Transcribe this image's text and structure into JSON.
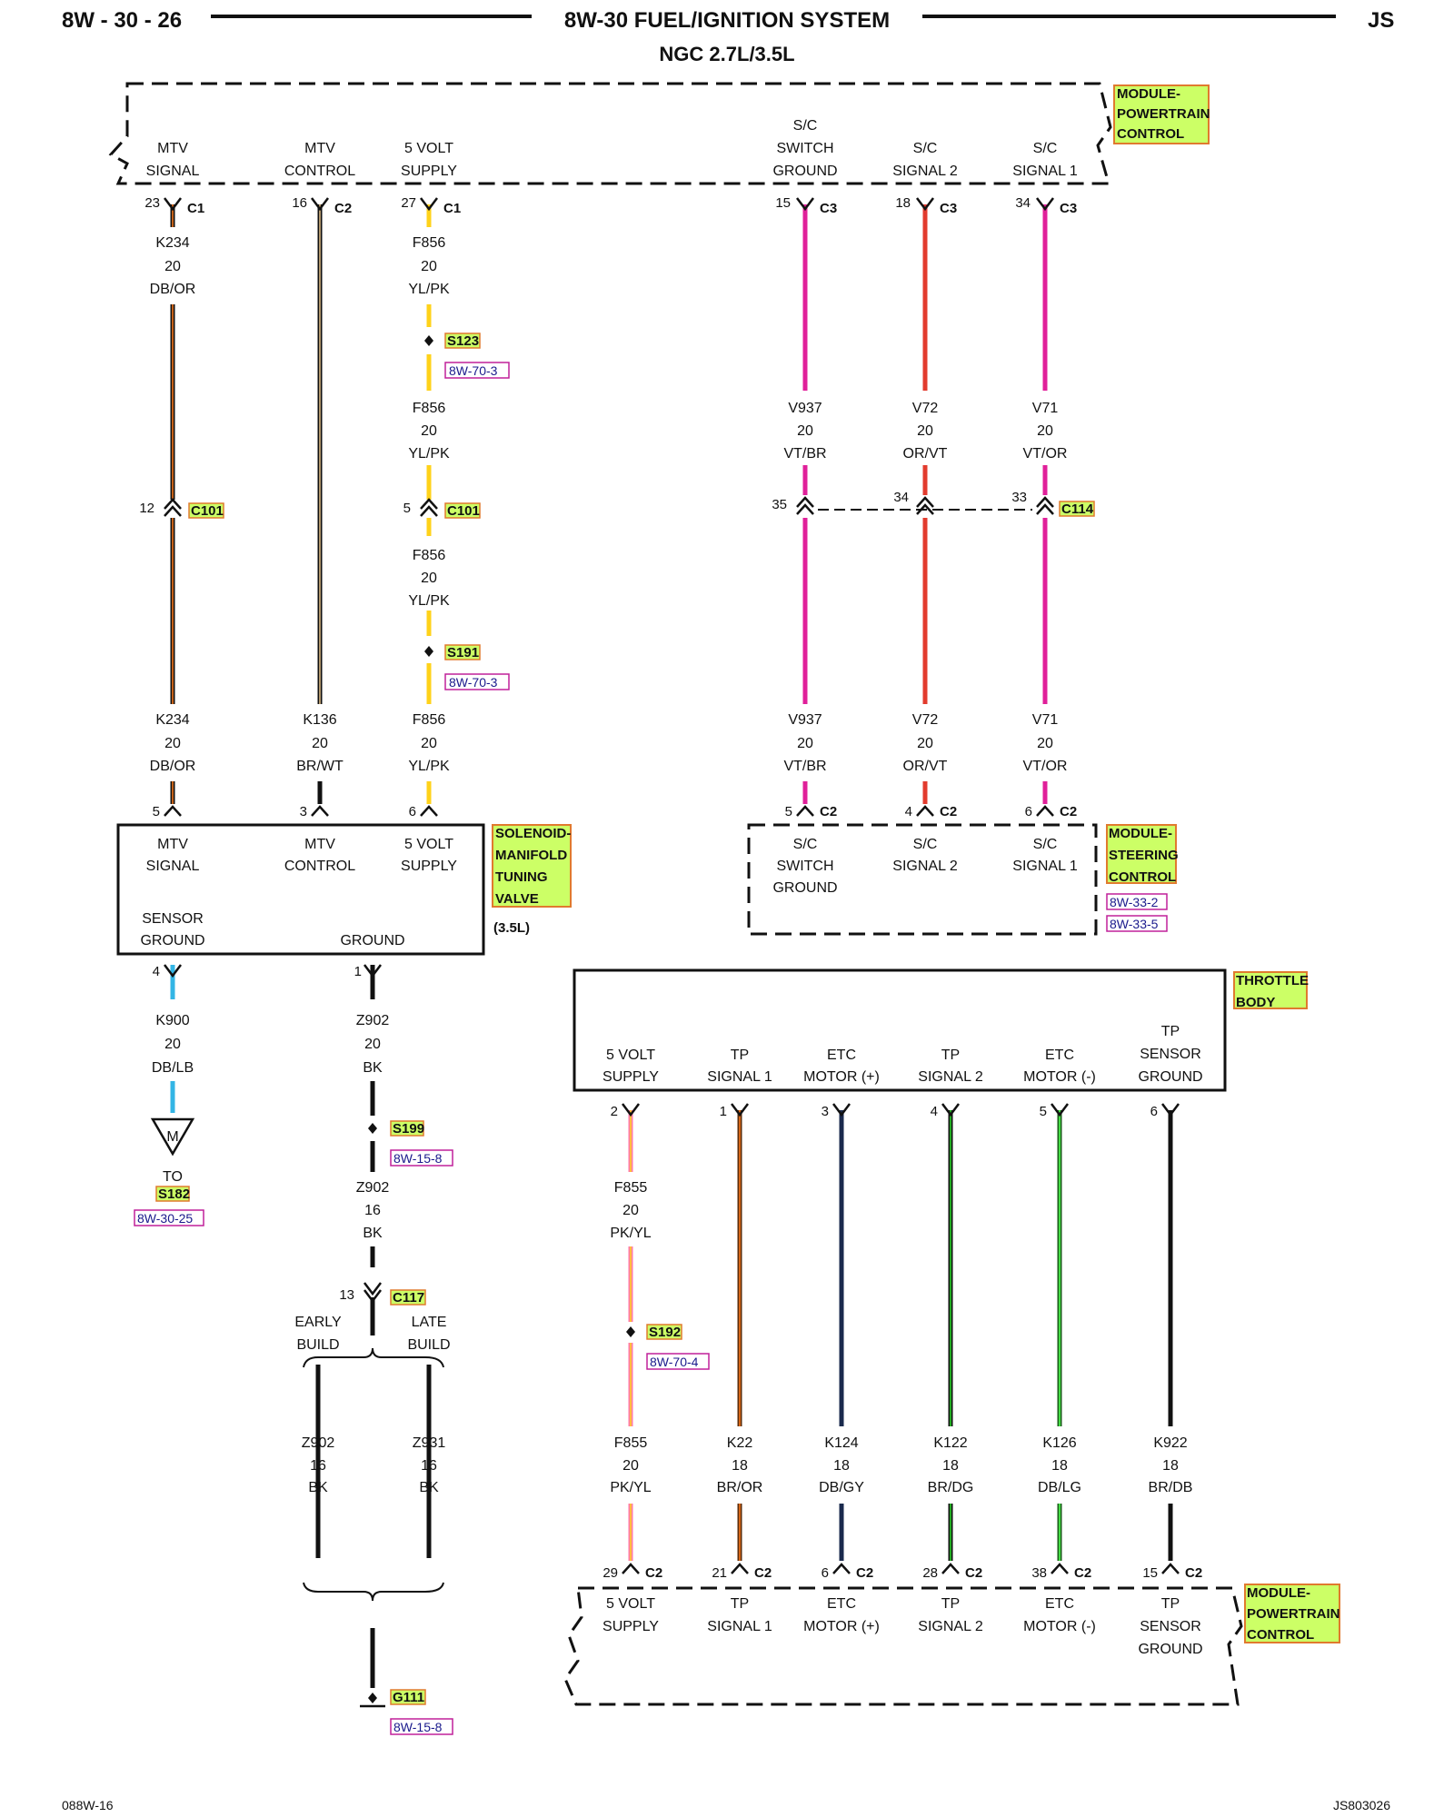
{
  "header": {
    "page_left": "8W - 30 - 26",
    "title": "8W-30 FUEL/IGNITION SYSTEM",
    "page_right": "JS",
    "subtitle": "NGC 2.7L/3.5L"
  },
  "footer": {
    "left": "088W-16",
    "right": "JS803026"
  },
  "colors": {
    "tag_fill": "#ccff66",
    "tag_border": "#e07a2e",
    "ref_border": "#c0209a",
    "yellow": "#ffd21a",
    "magenta": "#e0209a",
    "red": "#e23b2e",
    "brown": "#5a2d0c",
    "orange": "#ff7a1a",
    "black": "#111111",
    "blue": "#33b5e5",
    "darkblue": "#1a2a4d",
    "green": "#22aa22",
    "darkgreen": "#1a5a1a",
    "pink": "#ff7aa8"
  },
  "modules": {
    "pcm_top": {
      "name": "MODULE-\nPOWERTRAIN\nCONTROL",
      "signals": [
        "MTV SIGNAL",
        "MTV CONTROL",
        "5 VOLT SUPPLY",
        "S/C SWITCH GROUND",
        "S/C SIGNAL 2",
        "S/C SIGNAL 1"
      ]
    },
    "solenoid": {
      "name": "SOLENOID-\nMANIFOLD\nTUNING\nVALVE",
      "variant": "(3.5L)",
      "signals": [
        "MTV SIGNAL",
        "MTV CONTROL",
        "5 VOLT SUPPLY",
        "SENSOR GROUND",
        "GROUND"
      ]
    },
    "steering": {
      "name": "MODULE-\nSTEERING\nCONTROL",
      "refs": [
        "8W-33-2",
        "8W-33-5"
      ],
      "signals": [
        "S/C SWITCH GROUND",
        "S/C SIGNAL 2",
        "S/C SIGNAL 1"
      ]
    },
    "throttle": {
      "name": "THROTTLE\nBODY",
      "signals": [
        "5 VOLT SUPPLY",
        "TP SIGNAL 1",
        "ETC MOTOR (+)",
        "TP SIGNAL 2",
        "ETC MOTOR (-)",
        "TP SENSOR GROUND"
      ]
    },
    "pcm_bottom": {
      "name": "MODULE-\nPOWERTRAIN\nCONTROL",
      "signals": [
        "5 VOLT SUPPLY",
        "TP SIGNAL 1",
        "ETC MOTOR (+)",
        "TP SIGNAL 2",
        "ETC MOTOR (-)",
        "TP SENSOR GROUND"
      ]
    }
  },
  "wires": [
    {
      "circuit": "K234",
      "gauge": "20",
      "color": "DB/OR",
      "from_pin": "23",
      "from_conn": "C1",
      "inline_pin": "12",
      "inline_conn": "C101",
      "to_pin": "5"
    },
    {
      "circuit": "K136",
      "gauge": "20",
      "color": "BR/WT",
      "from_pin": "16",
      "from_conn": "C2",
      "to_pin": "3"
    },
    {
      "circuit": "F856",
      "gauge": "20",
      "color": "YL/PK",
      "from_pin": "27",
      "from_conn": "C1",
      "splices": [
        {
          "id": "S123",
          "ref": "8W-70-3"
        },
        {
          "id": "S191",
          "ref": "8W-70-3"
        }
      ],
      "inline_pin": "5",
      "inline_conn": "C101",
      "to_pin": "6"
    },
    {
      "circuit": "V937",
      "gauge": "20",
      "color": "VT/BR",
      "from_pin": "15",
      "from_conn": "C3",
      "inline_pin": "35",
      "to_pin": "5",
      "to_conn": "C2"
    },
    {
      "circuit": "V72",
      "gauge": "20",
      "color": "OR/VT",
      "from_pin": "18",
      "from_conn": "C3",
      "inline_pin": "34",
      "to_pin": "4",
      "to_conn": "C2"
    },
    {
      "circuit": "V71",
      "gauge": "20",
      "color": "VT/OR",
      "from_pin": "34",
      "from_conn": "C3",
      "inline_pin": "33",
      "inline_conn": "C114",
      "to_pin": "6",
      "to_conn": "C2"
    },
    {
      "circuit": "K900",
      "gauge": "20",
      "color": "DB/LB",
      "from_pin": "4",
      "to_label": "TO",
      "to_splice": "S182",
      "to_ref": "8W-30-25"
    },
    {
      "circuit": "Z902",
      "gauge": "20",
      "color": "BK",
      "from_pin": "1",
      "splice": "S199",
      "splice_ref": "8W-15-8"
    },
    {
      "circuit": "Z902",
      "gauge": "16",
      "color": "BK",
      "inline_pin": "13",
      "inline_conn": "C117",
      "branches": [
        "EARLY BUILD",
        "LATE BUILD"
      ]
    },
    {
      "circuit": "Z931",
      "gauge": "16",
      "color": "BK",
      "ground": "G111",
      "ground_ref": "8W-15-8"
    },
    {
      "circuit": "F855",
      "gauge": "20",
      "color": "PK/YL",
      "from_pin": "2",
      "splice": "S192",
      "splice_ref": "8W-70-4",
      "to_pin": "29",
      "to_conn": "C2"
    },
    {
      "circuit": "K22",
      "gauge": "18",
      "color": "BR/OR",
      "from_pin": "1",
      "to_pin": "21",
      "to_conn": "C2"
    },
    {
      "circuit": "K124",
      "gauge": "18",
      "color": "DB/GY",
      "from_pin": "3",
      "to_pin": "6",
      "to_conn": "C2"
    },
    {
      "circuit": "K122",
      "gauge": "18",
      "color": "BR/DG",
      "from_pin": "4",
      "to_pin": "28",
      "to_conn": "C2"
    },
    {
      "circuit": "K126",
      "gauge": "18",
      "color": "DB/LG",
      "from_pin": "5",
      "to_pin": "38",
      "to_conn": "C2"
    },
    {
      "circuit": "K922",
      "gauge": "18",
      "color": "BR/DB",
      "from_pin": "6",
      "to_pin": "15",
      "to_conn": "C2"
    }
  ],
  "text": {
    "mtv": "MTV",
    "signal": "SIGNAL",
    "control": "CONTROL",
    "five_volt": "5 VOLT",
    "supply": "SUPPLY",
    "sc": "S/C",
    "switch": "SWITCH",
    "ground": "GROUND",
    "signal2": "SIGNAL 2",
    "signal1": "SIGNAL 1",
    "sensor": "SENSOR",
    "tp": "TP",
    "etc": "ETC",
    "motor_p": "MOTOR (+)",
    "motor_m": "MOTOR (-)",
    "early": "EARLY",
    "late": "LATE",
    "build": "BUILD",
    "to": "TO",
    "m": "M",
    "c1": "C1",
    "c2": "C2",
    "c3": "C3",
    "c101": "C101",
    "c114": "C114",
    "c117": "C117",
    "s123": "S123",
    "s191": "S191",
    "s199": "S199",
    "s182": "S182",
    "s192": "S192",
    "g111": "G111",
    "r703": "8W-70-3",
    "r158": "8W-15-8",
    "r3025": "8W-30-25",
    "r704": "8W-70-4",
    "r332": "8W-33-2",
    "r335": "8W-33-5",
    "variant": "(3.5L)",
    "k234": "K234",
    "k136": "K136",
    "f856": "F856",
    "v937": "V937",
    "v72": "V72",
    "v71": "V71",
    "k900": "K900",
    "z902": "Z902",
    "z931": "Z931",
    "f855": "F855",
    "k22": "K22",
    "k124": "K124",
    "k122": "K122",
    "k126": "K126",
    "k922": "K922",
    "g20": "20",
    "g16": "16",
    "g18": "18",
    "dbor": "DB/OR",
    "brwt": "BR/WT",
    "ylpk": "YL/PK",
    "vtbr": "VT/BR",
    "orvt": "OR/VT",
    "vtor": "VT/OR",
    "dblb": "DB/LB",
    "bk": "BK",
    "pkyl": "PK/YL",
    "bror": "BR/OR",
    "dbgy": "DB/GY",
    "brdg": "BR/DG",
    "dblg": "DB/LG",
    "brdb": "BR/DB",
    "p23": "23",
    "p16": "16",
    "p27": "27",
    "p15": "15",
    "p18": "18",
    "p34": "34",
    "p12": "12",
    "p5": "5",
    "p35": "35",
    "p33": "33",
    "p3": "3",
    "p6": "6",
    "p4": "4",
    "p1": "1",
    "p13": "13",
    "p2": "2",
    "p29": "29",
    "p21": "21",
    "p28": "28",
    "p38": "38",
    "pcm_l1": "MODULE-",
    "pcm_l2": "POWERTRAIN",
    "pcm_l3": "CONTROL",
    "sol_l1": "SOLENOID-",
    "sol_l2": "MANIFOLD",
    "sol_l3": "TUNING",
    "sol_l4": "VALVE",
    "scm_l1": "MODULE-",
    "scm_l2": "STEERING",
    "scm_l3": "CONTROL",
    "tb_l1": "THROTTLE",
    "tb_l2": "BODY"
  }
}
